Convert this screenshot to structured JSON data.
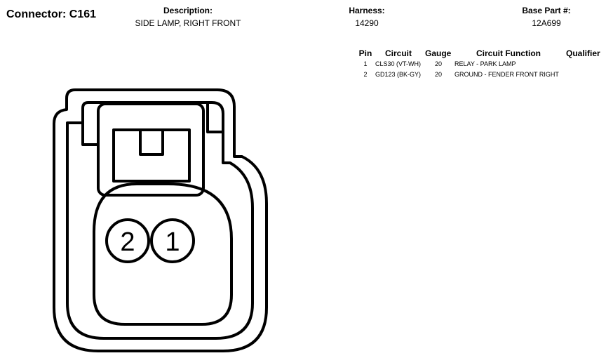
{
  "connector": {
    "label": "Connector: C161"
  },
  "description": {
    "label": "Description:",
    "value": "SIDE LAMP, RIGHT FRONT"
  },
  "harness": {
    "label": "Harness:",
    "value": "14290"
  },
  "base_part": {
    "label": "Base Part #:",
    "value": "12A699"
  },
  "pin_table": {
    "headers": {
      "pin": "Pin",
      "circuit": "Circuit",
      "gauge": "Gauge",
      "function": "Circuit Function",
      "qualifier": "Qualifier"
    },
    "rows": [
      {
        "pin": "1",
        "circuit": "CLS30 (VT-WH)",
        "gauge": "20",
        "function": "RELAY - PARK LAMP",
        "qualifier": ""
      },
      {
        "pin": "2",
        "circuit": "GD123 (BK-GY)",
        "gauge": "20",
        "function": "GROUND - FENDER FRONT RIGHT",
        "qualifier": ""
      }
    ]
  },
  "face_pins": {
    "left": "2",
    "right": "1"
  }
}
